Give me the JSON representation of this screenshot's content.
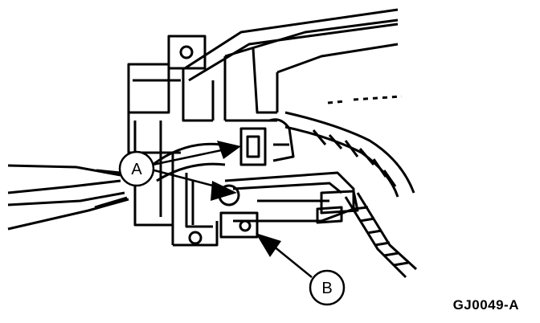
{
  "callouts": {
    "a": "A",
    "b": "B"
  },
  "figure_code": "GJ0049-A",
  "colors": {
    "ink": "#000000",
    "paper": "#ffffff"
  }
}
